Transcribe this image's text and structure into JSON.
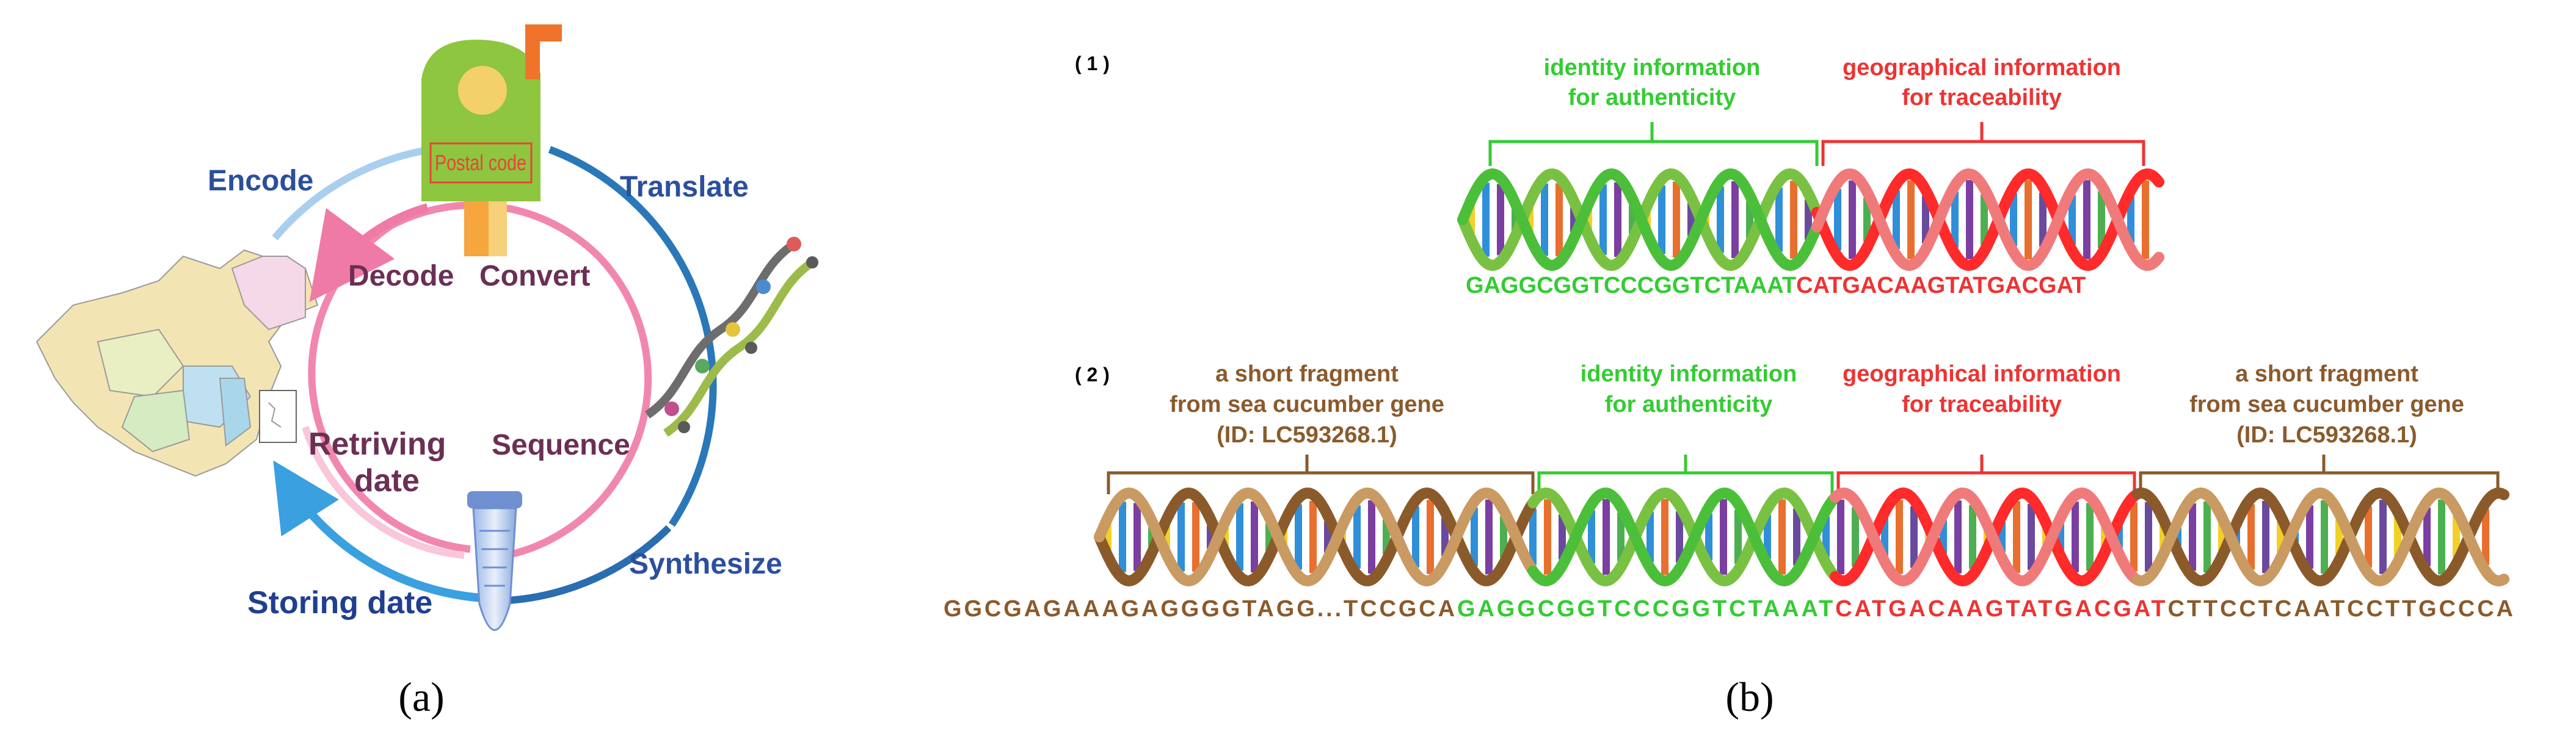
{
  "panel_a": {
    "caption": "(a)",
    "labels": {
      "encode": "Encode",
      "translate": "Translate",
      "decode": "Decode",
      "convert": "Convert",
      "retriving": "Retriving",
      "date": "date",
      "sequence": "Sequence",
      "synthesize": "Synthesize",
      "storing_date": "Storing date",
      "postal_code": "Postal code"
    }
  },
  "panel_b": {
    "caption": "(b)",
    "row1": {
      "index": "( 1 )",
      "identity": [
        "identity information",
        "for authenticity"
      ],
      "geo": [
        "geographical information",
        "for traceability"
      ],
      "seq_green": "GAGGCGGTCCCGGTCTAAAT",
      "seq_red": "CATGACAAGTATGACGAT"
    },
    "row2": {
      "index": "( 2 )",
      "fragment_left": [
        "a short fragment",
        "from sea cucumber gene",
        "(ID: LC593268.1)"
      ],
      "identity": [
        "identity information",
        "for authenticity"
      ],
      "geo": [
        "geographical information",
        "for traceability"
      ],
      "fragment_right": [
        "a short fragment",
        "from sea cucumber gene",
        "(ID: LC593268.1)"
      ],
      "seq_brown_left": "GGCGAGAAAGAGGGGTAGG...TCCGCA",
      "seq_green": "GAGGCGGTCCCGGTCTAAAT",
      "seq_red": "CATGACAAGTATGACGAT",
      "seq_brown_right": "CTTCCTCAATCCTTGCCCA"
    }
  },
  "colors": {
    "blue_text": "#2b4f9e",
    "purple_text": "#6b2f55",
    "green": "#33cc33",
    "red": "#ee3333",
    "brown": "#8b5a2b",
    "pink_arc": "#f07aa6",
    "blue_arc": "#2a78b8",
    "light_blue_arc": "#a9cfee"
  }
}
